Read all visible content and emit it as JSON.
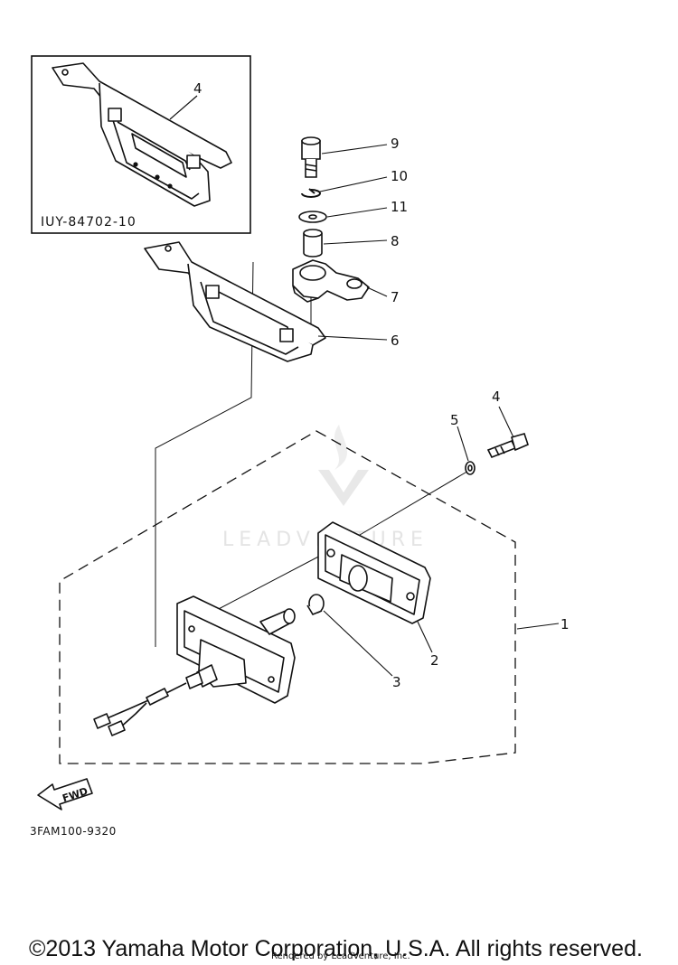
{
  "inset": {
    "label": "IUY-84702-10",
    "callout": "4"
  },
  "callouts": {
    "c1": "1",
    "c2": "2",
    "c3": "3",
    "c4": "4",
    "c5": "5",
    "c6": "6",
    "c7": "7",
    "c8": "8",
    "c9": "9",
    "c10": "10",
    "c11": "11"
  },
  "fwd_label": "FWD",
  "part_code": "3FAM100-9320",
  "watermark": {
    "text": "LEADVENTURE"
  },
  "footer": {
    "copyright": "©2013 Yamaha Motor Corporation, U.S.A. All rights reserved.",
    "rendered_by": "Rendered by LeadVenture, Inc."
  }
}
